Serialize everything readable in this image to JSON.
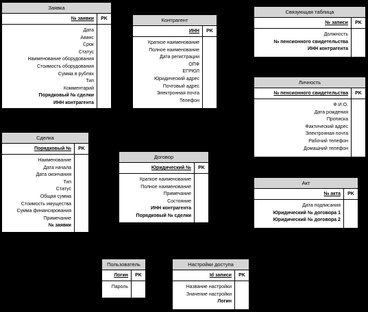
{
  "entities": {
    "zayavka": {
      "title": "Заявка",
      "key": "№ заявки",
      "pk": "PK",
      "fields": [
        "Дата",
        "Аванс",
        "Срок",
        "Статус",
        "Наименование оборудования",
        "Стоимость оборудования",
        "Сумма в рублях",
        "Тип",
        "Комментарий",
        "Порядковый  № сделки",
        "ИНН контрагента"
      ],
      "bold": [
        false,
        false,
        false,
        false,
        false,
        false,
        false,
        false,
        false,
        true,
        true
      ]
    },
    "kontragent": {
      "title": "Контрагент",
      "key": "ИНН",
      "pk": "PK",
      "fields": [
        "Краткое наименование",
        "Полное наименование",
        "Дата регистрации",
        "ОПФ",
        "ЕГРЮЛ",
        "Юридический адрес",
        "Почтовый адрес",
        "Электронная почта",
        "Телефон"
      ],
      "bold": [
        false,
        false,
        false,
        false,
        false,
        false,
        false,
        false,
        false
      ]
    },
    "svyaz": {
      "title": "Связующая таблица",
      "key": "№ записи",
      "pk": "PK",
      "fields": [
        "Должность",
        "№ пенсионного свидетельства",
        "ИНН контрагента"
      ],
      "bold": [
        false,
        true,
        true
      ]
    },
    "lichnost": {
      "title": "Личность",
      "key": "№ пенсионного свидетельства",
      "pk": "PK",
      "fields": [
        "Ф.И.О.",
        "Дата рождения",
        "Прописка",
        "Фактический адрес",
        "Электронная почта",
        "Рабочий телефон",
        "Домашний телефон"
      ],
      "bold": [
        false,
        false,
        false,
        false,
        false,
        false,
        false
      ]
    },
    "sdelka": {
      "title": "Сделка",
      "key": "Порядковый  №",
      "pk": "PK",
      "fields": [
        "Наименование",
        "Дата начала",
        "Дата окончания",
        "Тип",
        "Статус",
        "Общая сумма",
        "Стоимость имущества",
        "Сумма финансирования",
        "Примечание",
        "№ заявки"
      ],
      "bold": [
        false,
        false,
        false,
        false,
        false,
        false,
        false,
        false,
        false,
        true
      ]
    },
    "dogovor": {
      "title": "Договор",
      "key": "Юридический  №",
      "pk": "PK",
      "fields": [
        "Краткое наименование",
        "Полное наименование",
        "Примечание",
        "Состояние",
        "ИНН контрагента",
        "Порядковый  № сделки"
      ],
      "bold": [
        false,
        false,
        false,
        false,
        true,
        true
      ]
    },
    "akt": {
      "title": "Акт",
      "key": "№ акта",
      "pk": "PK",
      "fields": [
        "Дата подписания",
        "Юридический  № договора  1",
        "Юридический  № договора  2"
      ],
      "bold": [
        false,
        true,
        true
      ]
    },
    "polzovatel": {
      "title": "Пользователь",
      "key": "Логин",
      "pk": "PK",
      "fields": [
        "Пароль"
      ],
      "bold": [
        false
      ]
    },
    "nastroiki": {
      "title": "Настройки доступа",
      "key": "Id записи",
      "pk": "PK",
      "fields": [
        "Название настройки",
        "Значение настройки",
        "Логин"
      ],
      "bold": [
        false,
        false,
        true
      ]
    }
  }
}
